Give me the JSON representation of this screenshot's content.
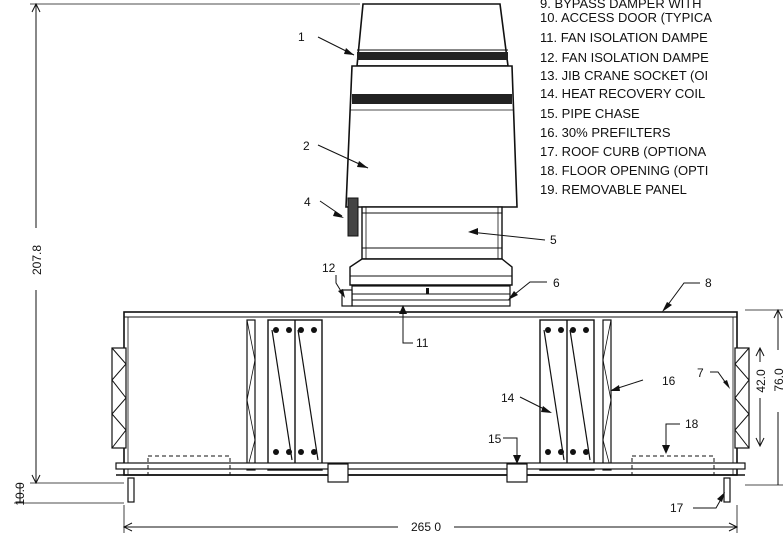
{
  "legend": [
    "9. BYPASS DAMPER WITH",
    "10. ACCESS DOOR (TYPICA",
    "11. FAN ISOLATION DAMPE",
    "12. FAN ISOLATION DAMPE",
    "13. JIB CRANE SOCKET (OI",
    "14. HEAT RECOVERY COIL",
    "15. PIPE CHASE",
    "16. 30% PREFILTERS",
    "17. ROOF CURB (OPTIONA",
    "18. FLOOR OPENING (OPTI",
    "19. REMOVABLE PANEL"
  ],
  "callouts": {
    "c1": "1",
    "c2": "2",
    "c4": "4",
    "c5": "5",
    "c6": "6",
    "c7": "7",
    "c8": "8",
    "c11": "11",
    "c12": "12",
    "c14": "14",
    "c15": "15",
    "c16": "16",
    "c17": "17",
    "c18": "18"
  },
  "dimensions": {
    "overall_height": "207.8",
    "base_height": "10.0",
    "overall_width": "265 0",
    "coil_height": "42.0",
    "unit_height": "76.0"
  }
}
